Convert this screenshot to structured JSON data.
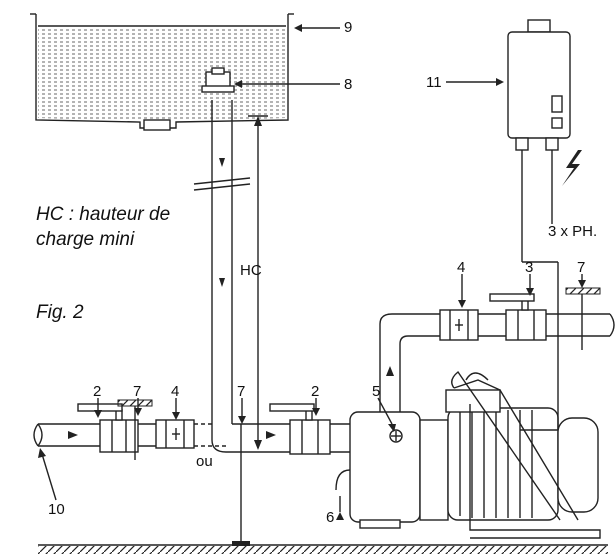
{
  "captions": {
    "hc_line1": "HC : hauteur de",
    "hc_line2": "charge mini",
    "figure": "Fig. 2"
  },
  "labels": {
    "n2a": "2",
    "n7a": "7",
    "n4a": "4",
    "n7b": "7",
    "n2b": "2",
    "n5": "5",
    "n4b": "4",
    "n3": "3",
    "n7c": "7",
    "n6": "6",
    "n10": "10",
    "n8": "8",
    "n9": "9",
    "n11": "11",
    "hc": "HC",
    "ou": "ou",
    "phases": "3 x PH."
  },
  "icon_names": [
    "lightning-icon",
    "ground-hatch",
    "flow-arrow-icon"
  ]
}
